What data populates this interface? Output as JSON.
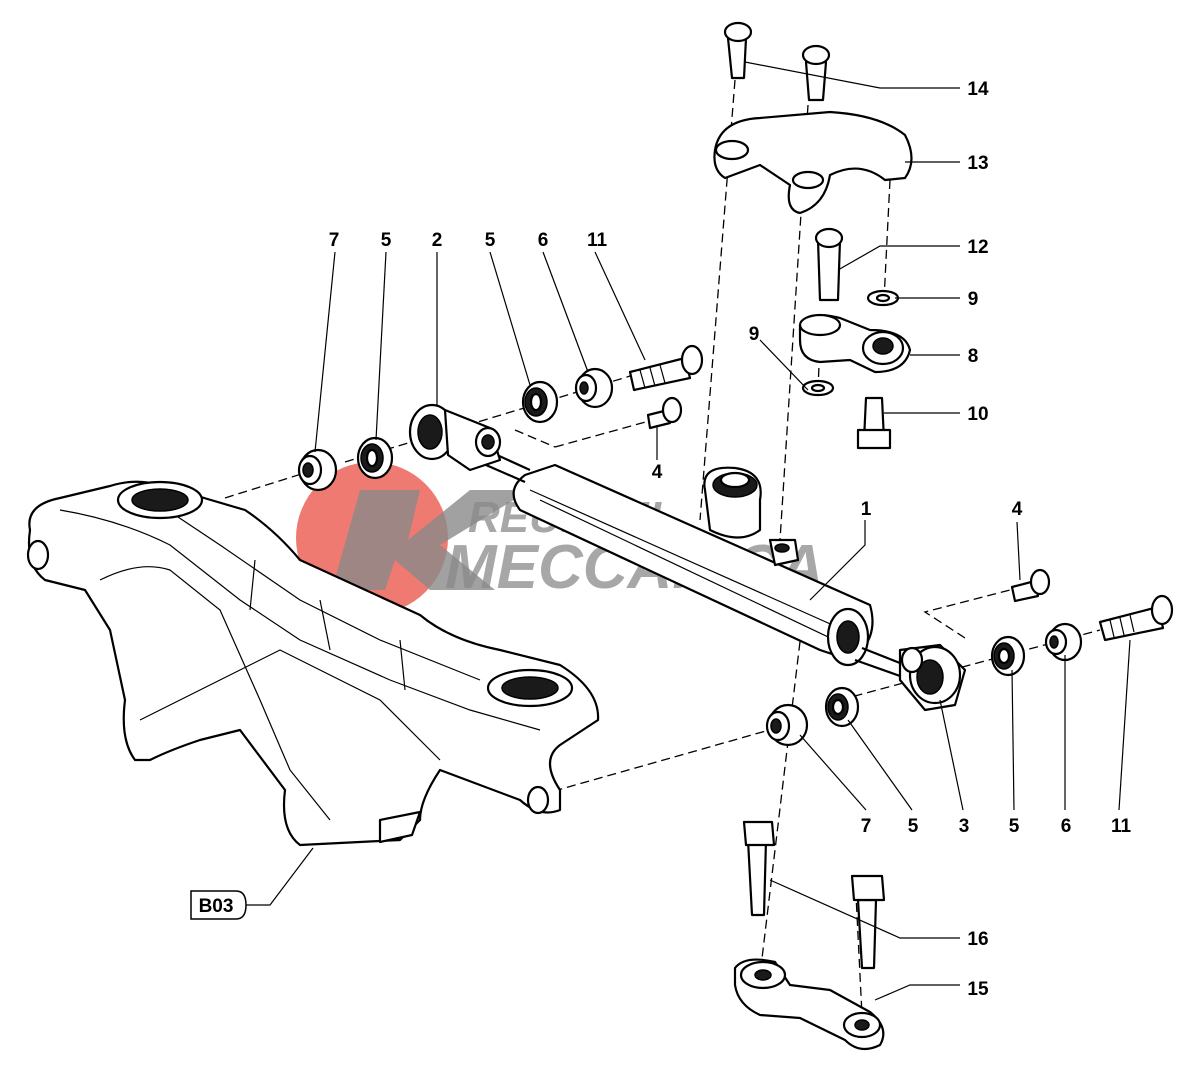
{
  "watermark": {
    "line1": "REUBICIL",
    "line2": "MECCANICA",
    "circle_color": "#e8473a",
    "text_color": "#8a8a8a"
  },
  "callouts": {
    "c1": "1",
    "c2": "2",
    "c3": "3",
    "c4a": "4",
    "c4b": "4",
    "c5a": "5",
    "c5b": "5",
    "c5c": "5",
    "c5d": "5",
    "c6a": "6",
    "c6b": "6",
    "c7a": "7",
    "c7b": "7",
    "c8": "8",
    "c9a": "9",
    "c9b": "9",
    "c10": "10",
    "c11a": "11",
    "c11b": "11",
    "c12": "12",
    "c13": "13",
    "c14": "14",
    "c15": "15",
    "c16": "16"
  },
  "reference_badge": "B03"
}
